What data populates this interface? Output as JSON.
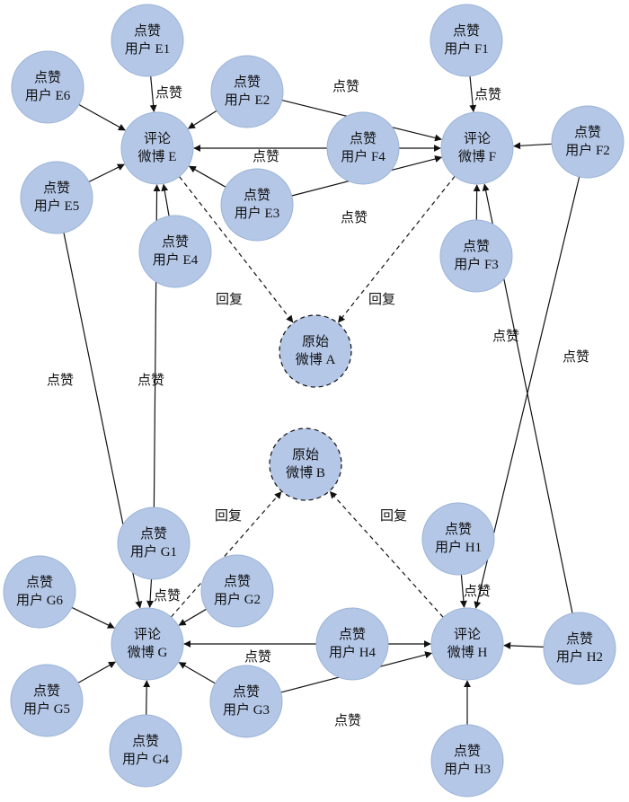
{
  "colors": {
    "node_fill": "#b4c7e7",
    "node_stroke": "#9bb3d6",
    "edge": "#111111",
    "background": "#ffffff"
  },
  "nodes": [
    {
      "id": "A",
      "type": "original",
      "line1": "原始",
      "line2": "微博 A"
    },
    {
      "id": "B",
      "type": "original",
      "line1": "原始",
      "line2": "微博 B"
    },
    {
      "id": "E",
      "type": "comment",
      "line1": "评论",
      "line2": "微博 E"
    },
    {
      "id": "F",
      "type": "comment",
      "line1": "评论",
      "line2": "微博 F"
    },
    {
      "id": "G",
      "type": "comment",
      "line1": "评论",
      "line2": "微博 G"
    },
    {
      "id": "H",
      "type": "comment",
      "line1": "评论",
      "line2": "微博 H"
    },
    {
      "id": "E1",
      "type": "user",
      "line1": "点赞",
      "line2": "用户 E1"
    },
    {
      "id": "E2",
      "type": "user",
      "line1": "点赞",
      "line2": "用户 E2"
    },
    {
      "id": "E3",
      "type": "user",
      "line1": "点赞",
      "line2": "用户 E3"
    },
    {
      "id": "E4",
      "type": "user",
      "line1": "点赞",
      "line2": "用户 E4"
    },
    {
      "id": "E5",
      "type": "user",
      "line1": "点赞",
      "line2": "用户 E5"
    },
    {
      "id": "E6",
      "type": "user",
      "line1": "点赞",
      "line2": "用户 E6"
    },
    {
      "id": "F1",
      "type": "user",
      "line1": "点赞",
      "line2": "用户 F1"
    },
    {
      "id": "F2",
      "type": "user",
      "line1": "点赞",
      "line2": "用户 F2"
    },
    {
      "id": "F3",
      "type": "user",
      "line1": "点赞",
      "line2": "用户 F3"
    },
    {
      "id": "F4",
      "type": "user",
      "line1": "点赞",
      "line2": "用户 F4"
    },
    {
      "id": "G1",
      "type": "user",
      "line1": "点赞",
      "line2": "用户 G1"
    },
    {
      "id": "G2",
      "type": "user",
      "line1": "点赞",
      "line2": "用户 G2"
    },
    {
      "id": "G3",
      "type": "user",
      "line1": "点赞",
      "line2": "用户 G3"
    },
    {
      "id": "G4",
      "type": "user",
      "line1": "点赞",
      "line2": "用户 G4"
    },
    {
      "id": "G5",
      "type": "user",
      "line1": "点赞",
      "line2": "用户 G5"
    },
    {
      "id": "G6",
      "type": "user",
      "line1": "点赞",
      "line2": "用户 G6"
    },
    {
      "id": "H1",
      "type": "user",
      "line1": "点赞",
      "line2": "用户 H1"
    },
    {
      "id": "H2",
      "type": "user",
      "line1": "点赞",
      "line2": "用户 H2"
    },
    {
      "id": "H3",
      "type": "user",
      "line1": "点赞",
      "line2": "用户 H3"
    },
    {
      "id": "H4",
      "type": "user",
      "line1": "点赞",
      "line2": "用户 H4"
    }
  ],
  "edges": [
    {
      "from": "E1",
      "to": "E",
      "style": "solid",
      "label": "点赞"
    },
    {
      "from": "E2",
      "to": "E",
      "style": "solid",
      "label": ""
    },
    {
      "from": "E3",
      "to": "E",
      "style": "solid",
      "label": ""
    },
    {
      "from": "E4",
      "to": "E",
      "style": "solid",
      "label": ""
    },
    {
      "from": "E5",
      "to": "E",
      "style": "solid",
      "label": ""
    },
    {
      "from": "E6",
      "to": "E",
      "style": "solid",
      "label": ""
    },
    {
      "from": "F4",
      "to": "E",
      "style": "solid",
      "label": "点赞"
    },
    {
      "from": "G1",
      "to": "E",
      "style": "solid",
      "label": "点赞"
    },
    {
      "from": "F1",
      "to": "F",
      "style": "solid",
      "label": "点赞"
    },
    {
      "from": "F2",
      "to": "F",
      "style": "solid",
      "label": ""
    },
    {
      "from": "F3",
      "to": "F",
      "style": "solid",
      "label": ""
    },
    {
      "from": "F4",
      "to": "F",
      "style": "solid",
      "label": ""
    },
    {
      "from": "E2",
      "to": "F",
      "style": "solid",
      "label": "点赞"
    },
    {
      "from": "E3",
      "to": "F",
      "style": "solid",
      "label": "点赞"
    },
    {
      "from": "H2",
      "to": "F",
      "style": "solid",
      "label": "点赞"
    },
    {
      "from": "E",
      "to": "A",
      "style": "dashed",
      "label": "回复"
    },
    {
      "from": "F",
      "to": "A",
      "style": "dashed",
      "label": "回复"
    },
    {
      "from": "G",
      "to": "B",
      "style": "dashed",
      "label": "回复"
    },
    {
      "from": "H",
      "to": "B",
      "style": "dashed",
      "label": "回复"
    },
    {
      "from": "G1",
      "to": "G",
      "style": "solid",
      "label": "点赞"
    },
    {
      "from": "G2",
      "to": "G",
      "style": "solid",
      "label": ""
    },
    {
      "from": "G3",
      "to": "G",
      "style": "solid",
      "label": ""
    },
    {
      "from": "G4",
      "to": "G",
      "style": "solid",
      "label": ""
    },
    {
      "from": "G5",
      "to": "G",
      "style": "solid",
      "label": ""
    },
    {
      "from": "G6",
      "to": "G",
      "style": "solid",
      "label": ""
    },
    {
      "from": "H4",
      "to": "G",
      "style": "solid",
      "label": "点赞"
    },
    {
      "from": "E5",
      "to": "G",
      "style": "solid",
      "label": "点赞"
    },
    {
      "from": "H1",
      "to": "H",
      "style": "solid",
      "label": "点赞"
    },
    {
      "from": "H2",
      "to": "H",
      "style": "solid",
      "label": ""
    },
    {
      "from": "H3",
      "to": "H",
      "style": "solid",
      "label": ""
    },
    {
      "from": "H4",
      "to": "H",
      "style": "solid",
      "label": ""
    },
    {
      "from": "G3",
      "to": "H",
      "style": "solid",
      "label": "点赞"
    },
    {
      "from": "F2",
      "to": "H",
      "style": "solid",
      "label": "点赞"
    }
  ]
}
